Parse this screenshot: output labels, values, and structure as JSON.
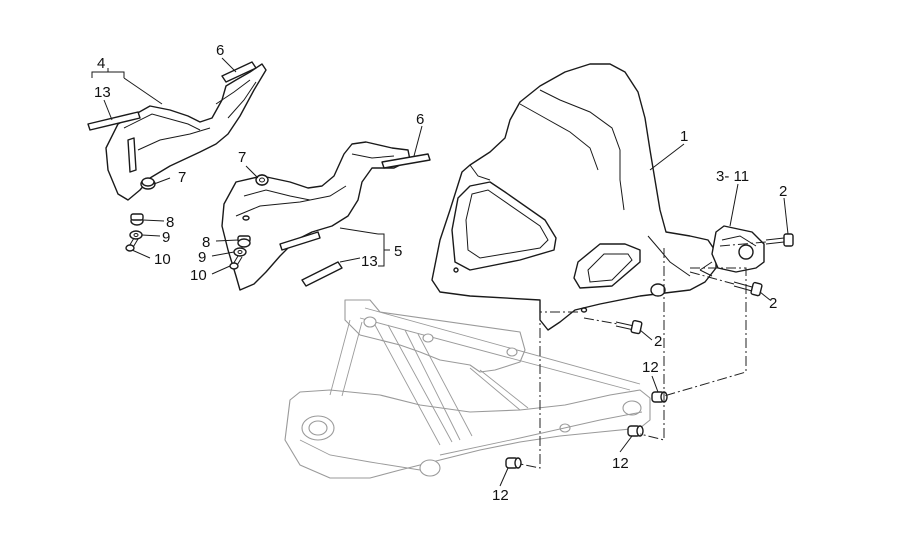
{
  "callouts": [
    {
      "id": "c1",
      "text": "1"
    },
    {
      "id": "c2a",
      "text": "2"
    },
    {
      "id": "c2b",
      "text": "2"
    },
    {
      "id": "c2c",
      "text": "2"
    },
    {
      "id": "c3-11",
      "text": "3- 11"
    },
    {
      "id": "c4",
      "text": "4"
    },
    {
      "id": "c5",
      "text": "5"
    },
    {
      "id": "c6a",
      "text": "6"
    },
    {
      "id": "c6b",
      "text": "6"
    },
    {
      "id": "c7a",
      "text": "7"
    },
    {
      "id": "c7b",
      "text": "7"
    },
    {
      "id": "c8a",
      "text": "8"
    },
    {
      "id": "c8b",
      "text": "8"
    },
    {
      "id": "c9a",
      "text": "9"
    },
    {
      "id": "c9b",
      "text": "9"
    },
    {
      "id": "c10a",
      "text": "10"
    },
    {
      "id": "c10b",
      "text": "10"
    },
    {
      "id": "c12a",
      "text": "12"
    },
    {
      "id": "c12b",
      "text": "12"
    },
    {
      "id": "c12c",
      "text": "12"
    },
    {
      "id": "c13a",
      "text": "13"
    },
    {
      "id": "c13b",
      "text": "13"
    }
  ]
}
